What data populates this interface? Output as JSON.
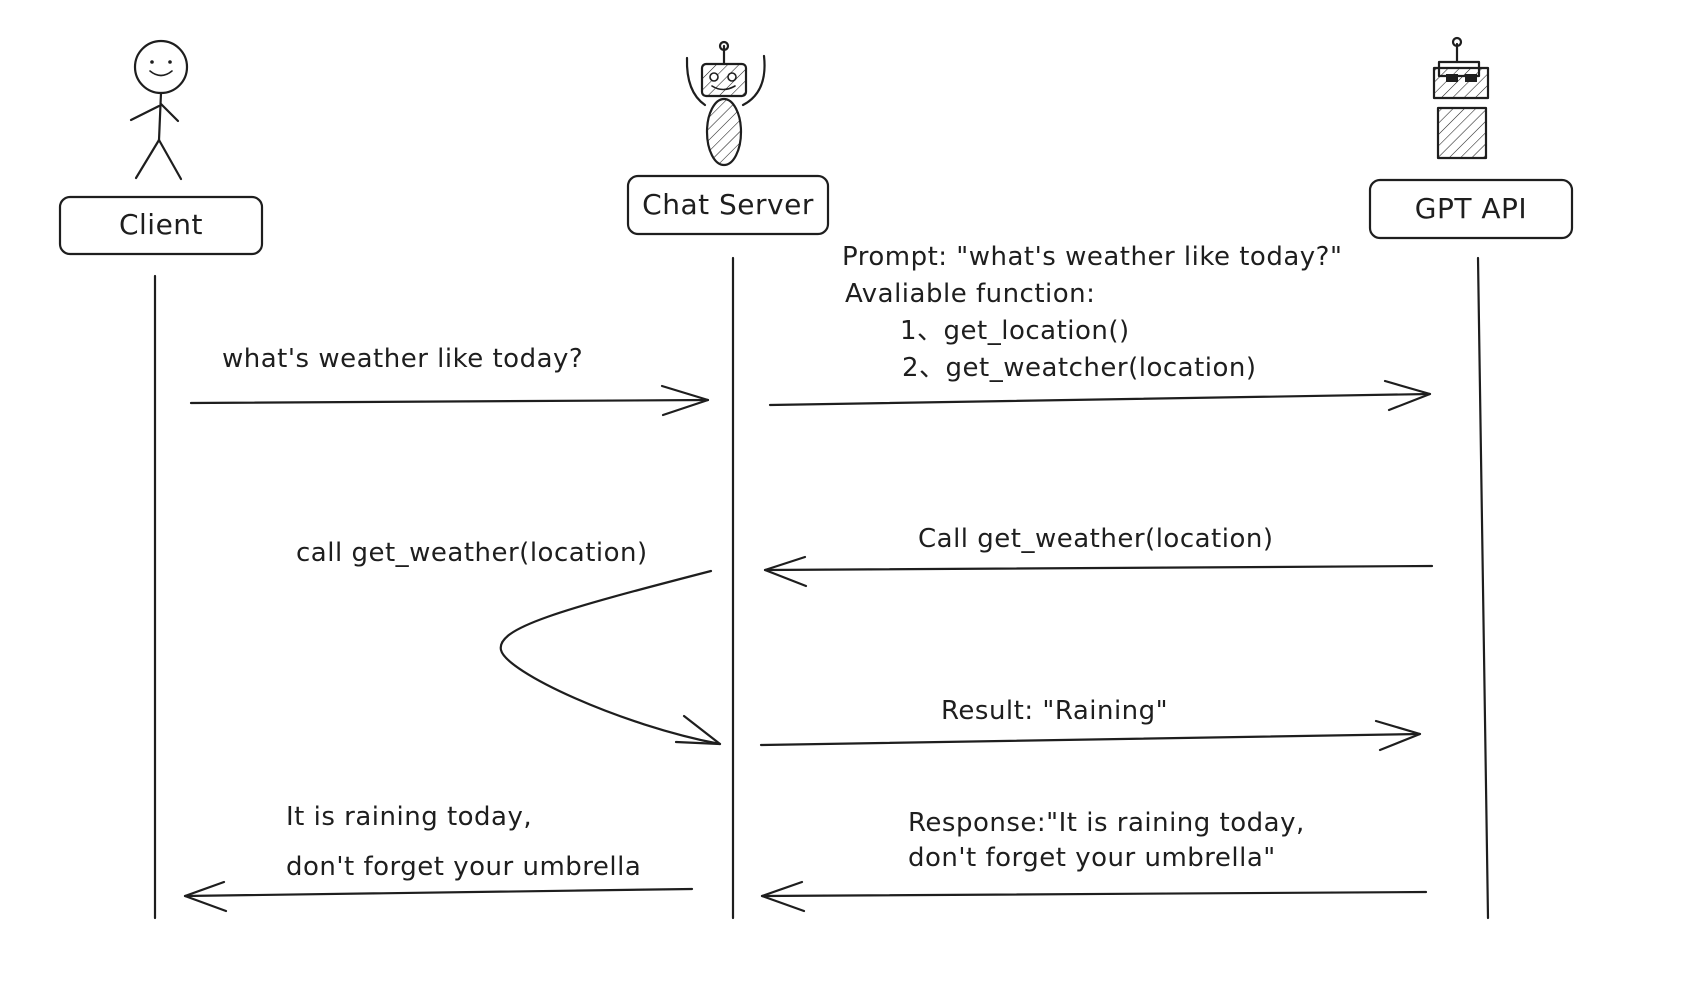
{
  "actors": [
    {
      "id": "client",
      "label": "Client",
      "icon": "stick-figure-icon"
    },
    {
      "id": "chat_server",
      "label": "Chat Server",
      "icon": "robot-icon"
    },
    {
      "id": "gpt_api",
      "label": "GPT API",
      "icon": "boxy-robot-icon"
    }
  ],
  "messages": {
    "m1": {
      "from": "Client",
      "to": "Chat Server",
      "lines": [
        "what's weather like today?"
      ]
    },
    "m2": {
      "from": "Chat Server",
      "to": "GPT API",
      "lines": [
        "Prompt: \"what's weather like today?\"",
        "Avaliable function:",
        "1、get_location()",
        "2、get_weatcher(location)"
      ]
    },
    "m3": {
      "from": "GPT API",
      "to": "Chat Server",
      "lines": [
        "Call get_weather(location)"
      ]
    },
    "m4": {
      "from": "Chat Server",
      "to": "Chat Server",
      "lines": [
        "call get_weather(location)"
      ]
    },
    "m5": {
      "from": "Chat Server",
      "to": "GPT API",
      "lines": [
        "Result: \"Raining\""
      ]
    },
    "m6": {
      "from": "GPT API",
      "to": "Chat Server",
      "lines": [
        "Response:\"It is raining today,",
        "don't forget your umbrella\""
      ]
    },
    "m7": {
      "from": "Chat Server",
      "to": "Client",
      "lines": [
        "It is raining today,",
        "don't forget your umbrella"
      ]
    }
  }
}
